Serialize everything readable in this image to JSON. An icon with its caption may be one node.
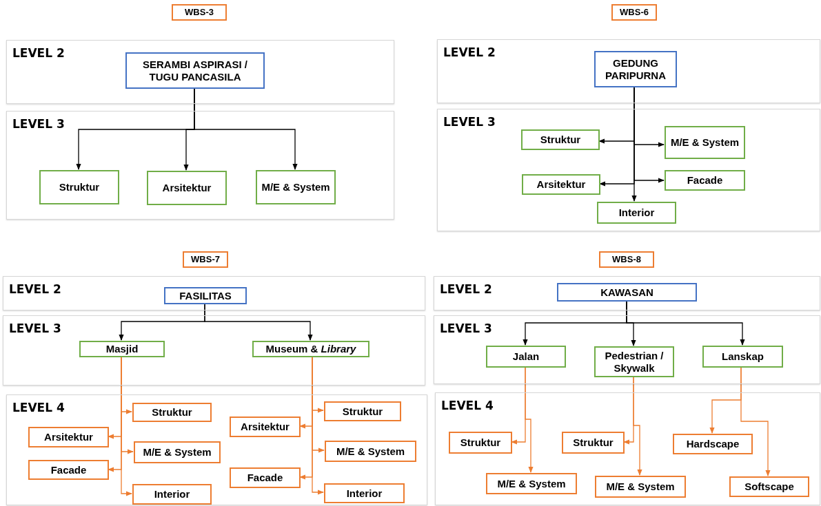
{
  "diagram": {
    "nodes": [
      {
        "text": [
          "WBS-3"
        ]
      },
      {
        "text": [
          "LEVEL 2"
        ]
      },
      {
        "text": [
          "SERAMBI ASPIRASI / TUGU PANCASILA"
        ],
        "in": 1
      },
      {
        "text": [
          "LEVEL 3"
        ]
      },
      {
        "text": [
          "Struktur"
        ],
        "in": 3
      },
      {
        "text": [
          "Arsitektur"
        ],
        "in": 3
      },
      {
        "text": [
          "M/E & System"
        ],
        "in": 3
      },
      {
        "text": [
          "WBS-6"
        ]
      },
      {
        "text": [
          "LEVEL 2"
        ]
      },
      {
        "text": [
          "GEDUNG PARIPURNA"
        ],
        "in": 8
      },
      {
        "text": [
          "LEVEL 3"
        ]
      },
      {
        "text": [
          "Struktur"
        ],
        "in": 10
      },
      {
        "text": [
          "M/E & System"
        ],
        "in": 10
      },
      {
        "text": [
          "Arsitektur"
        ],
        "in": 10
      },
      {
        "text": [
          "Facade"
        ],
        "in": 10
      },
      {
        "text": [
          "Interior"
        ],
        "in": 10
      },
      {
        "text": [
          "WBS-7"
        ]
      },
      {
        "text": [
          "LEVEL 2"
        ]
      },
      {
        "text": [
          "FASILITAS"
        ],
        "in": 17
      },
      {
        "text": [
          "LEVEL 3"
        ]
      },
      {
        "text": [
          "Masjid"
        ],
        "in": 19
      },
      {
        "text": [
          "Museum & *Library*"
        ],
        "in": 19
      },
      {
        "text": [
          "LEVEL 4"
        ]
      },
      {
        "text": [
          "Struktur"
        ],
        "in": 22
      },
      {
        "text": [
          "Arsitektur"
        ],
        "in": 22
      },
      {
        "text": [
          "M/E & System"
        ],
        "in": 22
      },
      {
        "text": [
          "Facade"
        ],
        "in": 22
      },
      {
        "text": [
          "Interior"
        ],
        "in": 22
      },
      {
        "text": [
          "Arsitektur"
        ],
        "in": 22
      },
      {
        "text": [
          "Struktur"
        ],
        "in": 22
      },
      {
        "text": [
          "M/E & System"
        ],
        "in": 22
      },
      {
        "text": [
          "Facade"
        ],
        "in": 22
      },
      {
        "text": [
          "Interior"
        ],
        "in": 22
      },
      {
        "text": [
          "WBS-8"
        ]
      },
      {
        "text": [
          "LEVEL 2"
        ]
      },
      {
        "text": [
          "KAWASAN"
        ],
        "in": 34
      },
      {
        "text": [
          "LEVEL 3"
        ]
      },
      {
        "text": [
          "Jalan"
        ],
        "in": 36
      },
      {
        "text": [
          "Pedestrian / Skywalk"
        ],
        "in": 36
      },
      {
        "text": [
          "Lanskap"
        ],
        "in": 36
      },
      {
        "text": [
          "LEVEL 4"
        ]
      },
      {
        "text": [
          "Struktur"
        ],
        "in": 40
      },
      {
        "text": [
          "M/E & System"
        ],
        "in": 40
      },
      {
        "text": [
          "Struktur"
        ],
        "in": 40
      },
      {
        "text": [
          "M/E & System"
        ],
        "in": 40
      },
      {
        "text": [
          "Hardscape"
        ],
        "in": 40
      },
      {
        "text": [
          "Softscape"
        ],
        "in": 40
      }
    ],
    "edges": [
      {
        "from": 2,
        "to": 4,
        "arrow": "to",
        "color": "#000000"
      },
      {
        "from": 2,
        "to": 5,
        "arrow": "to",
        "color": "#000000"
      },
      {
        "from": 2,
        "to": 6,
        "arrow": "to",
        "color": "#000000"
      },
      {
        "from": 9,
        "to": 11,
        "arrow": "to",
        "color": "#000000"
      },
      {
        "from": 9,
        "to": 12,
        "arrow": "to",
        "color": "#000000"
      },
      {
        "from": 9,
        "to": 13,
        "arrow": "to",
        "color": "#000000"
      },
      {
        "from": 9,
        "to": 14,
        "arrow": "to",
        "color": "#000000"
      },
      {
        "from": 9,
        "to": 15,
        "arrow": "to",
        "color": "#000000"
      },
      {
        "from": 18,
        "to": 20,
        "arrow": "to",
        "color": "#000000"
      },
      {
        "from": 18,
        "to": 21,
        "arrow": "to",
        "color": "#000000"
      },
      {
        "from": 20,
        "to": 23,
        "arrow": "to"
      },
      {
        "from": 20,
        "to": 24,
        "arrow": "to"
      },
      {
        "from": 20,
        "to": 25,
        "arrow": "to"
      },
      {
        "from": 20,
        "to": 26,
        "arrow": "to"
      },
      {
        "from": 20,
        "to": 27,
        "arrow": "to"
      },
      {
        "from": 21,
        "to": 28,
        "arrow": "to"
      },
      {
        "from": 21,
        "to": 29,
        "arrow": "to"
      },
      {
        "from": 21,
        "to": 30,
        "arrow": "to"
      },
      {
        "from": 21,
        "to": 31,
        "arrow": "to"
      },
      {
        "from": 21,
        "to": 32,
        "arrow": "to"
      },
      {
        "from": 35,
        "to": 37,
        "arrow": "to",
        "color": "#000000"
      },
      {
        "from": 35,
        "to": 38,
        "arrow": "to",
        "color": "#000000"
      },
      {
        "from": 35,
        "to": 39,
        "arrow": "to",
        "color": "#000000"
      },
      {
        "from": 37,
        "to": 41,
        "arrow": "to"
      },
      {
        "from": 37,
        "to": 42,
        "arrow": "to"
      },
      {
        "from": 38,
        "to": 43,
        "arrow": "to"
      },
      {
        "from": 38,
        "to": 44,
        "arrow": "to"
      },
      {
        "from": 39,
        "to": 45,
        "arrow": "to"
      },
      {
        "from": 39,
        "to": 46,
        "arrow": "to"
      }
    ]
  }
}
